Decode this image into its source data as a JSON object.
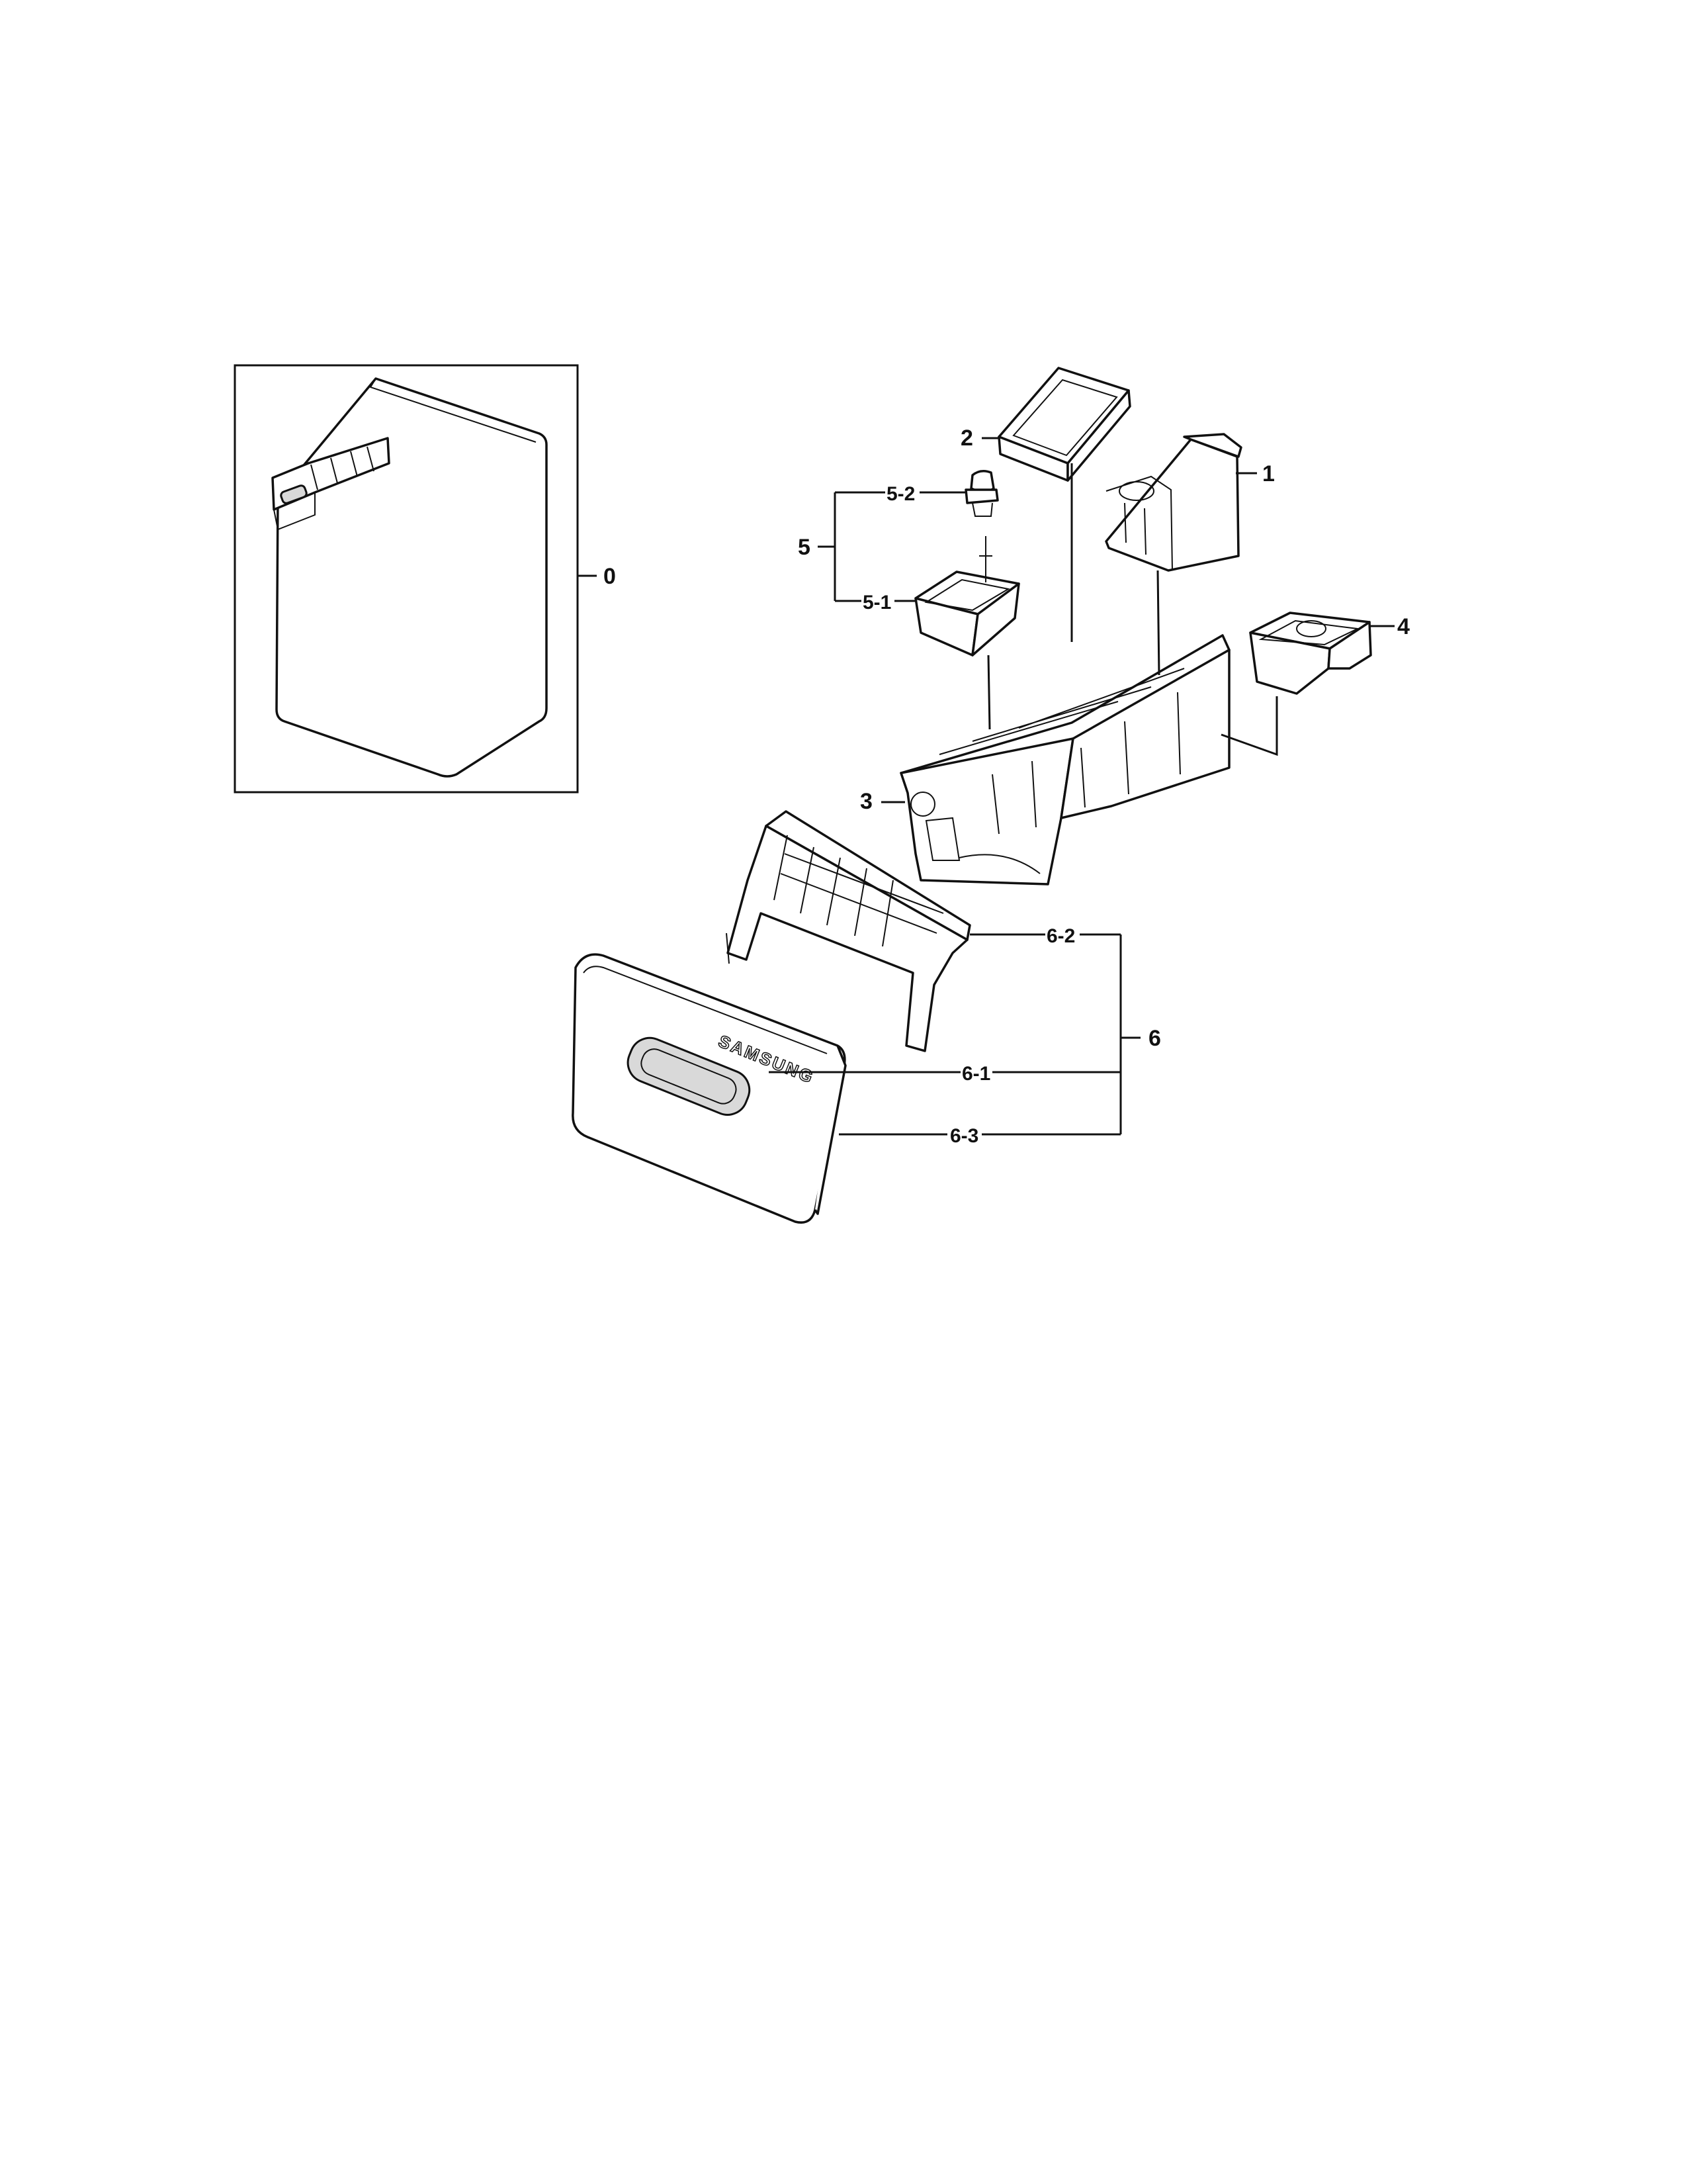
{
  "diagram": {
    "brand_text": "SAMSUNG",
    "callouts": {
      "c0": "0",
      "c1": "1",
      "c2": "2",
      "c3": "3",
      "c4": "4",
      "c5": "5",
      "c5_1": "5-1",
      "c5_2": "5-2",
      "c6": "6",
      "c6_1": "6-1",
      "c6_2": "6-2",
      "c6_3": "6-3"
    }
  }
}
